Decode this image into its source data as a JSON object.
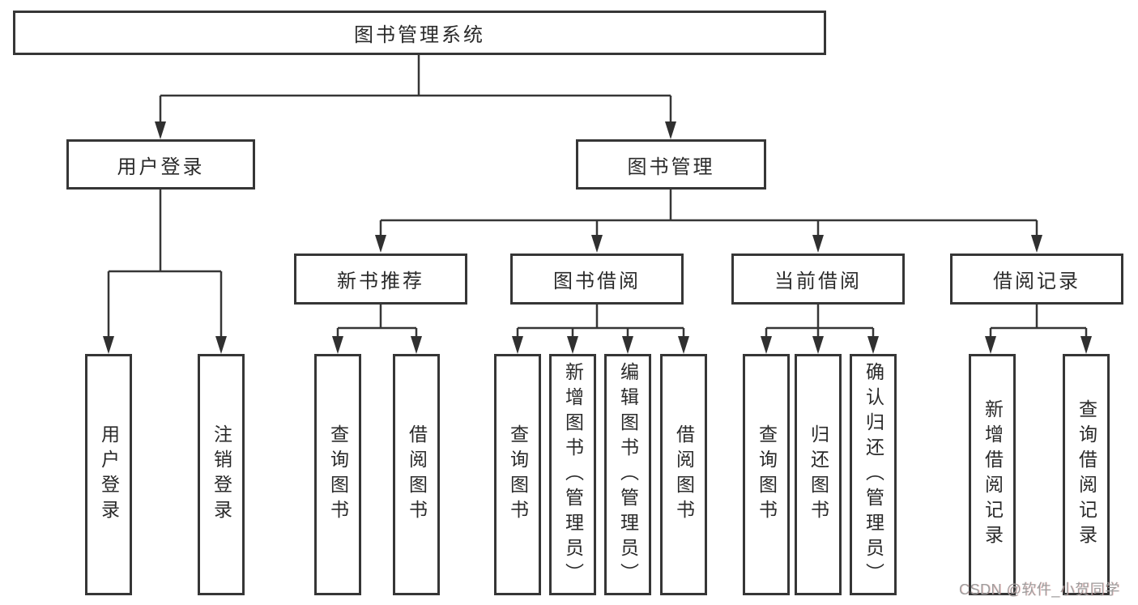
{
  "tree": {
    "label": "图书管理系统",
    "children": [
      {
        "label": "用户登录",
        "children": [
          {
            "label": "用户登录"
          },
          {
            "label": "注销登录"
          }
        ]
      },
      {
        "label": "图书管理",
        "children": [
          {
            "label": "新书推荐",
            "children": [
              {
                "label": "查询图书"
              },
              {
                "label": "借阅图书"
              }
            ]
          },
          {
            "label": "图书借阅",
            "children": [
              {
                "label": "查询图书"
              },
              {
                "label": "新增图书（管理员）"
              },
              {
                "label": "编辑图书（管理员）"
              },
              {
                "label": "借阅图书"
              }
            ]
          },
          {
            "label": "当前借阅",
            "children": [
              {
                "label": "查询图书"
              },
              {
                "label": "归还图书"
              },
              {
                "label": "确认归还（管理员）"
              }
            ]
          },
          {
            "label": "借阅记录",
            "children": [
              {
                "label": "新增借阅记录"
              },
              {
                "label": "查询借阅记录"
              }
            ]
          }
        ]
      }
    ]
  },
  "watermark": {
    "text": "CSDN @软件_小贺同学",
    "color": "#9e9e9e"
  },
  "colors": {
    "background": "#ffffff",
    "line": "#363636",
    "box_border": "#363636",
    "text": "#2a2a2a"
  }
}
